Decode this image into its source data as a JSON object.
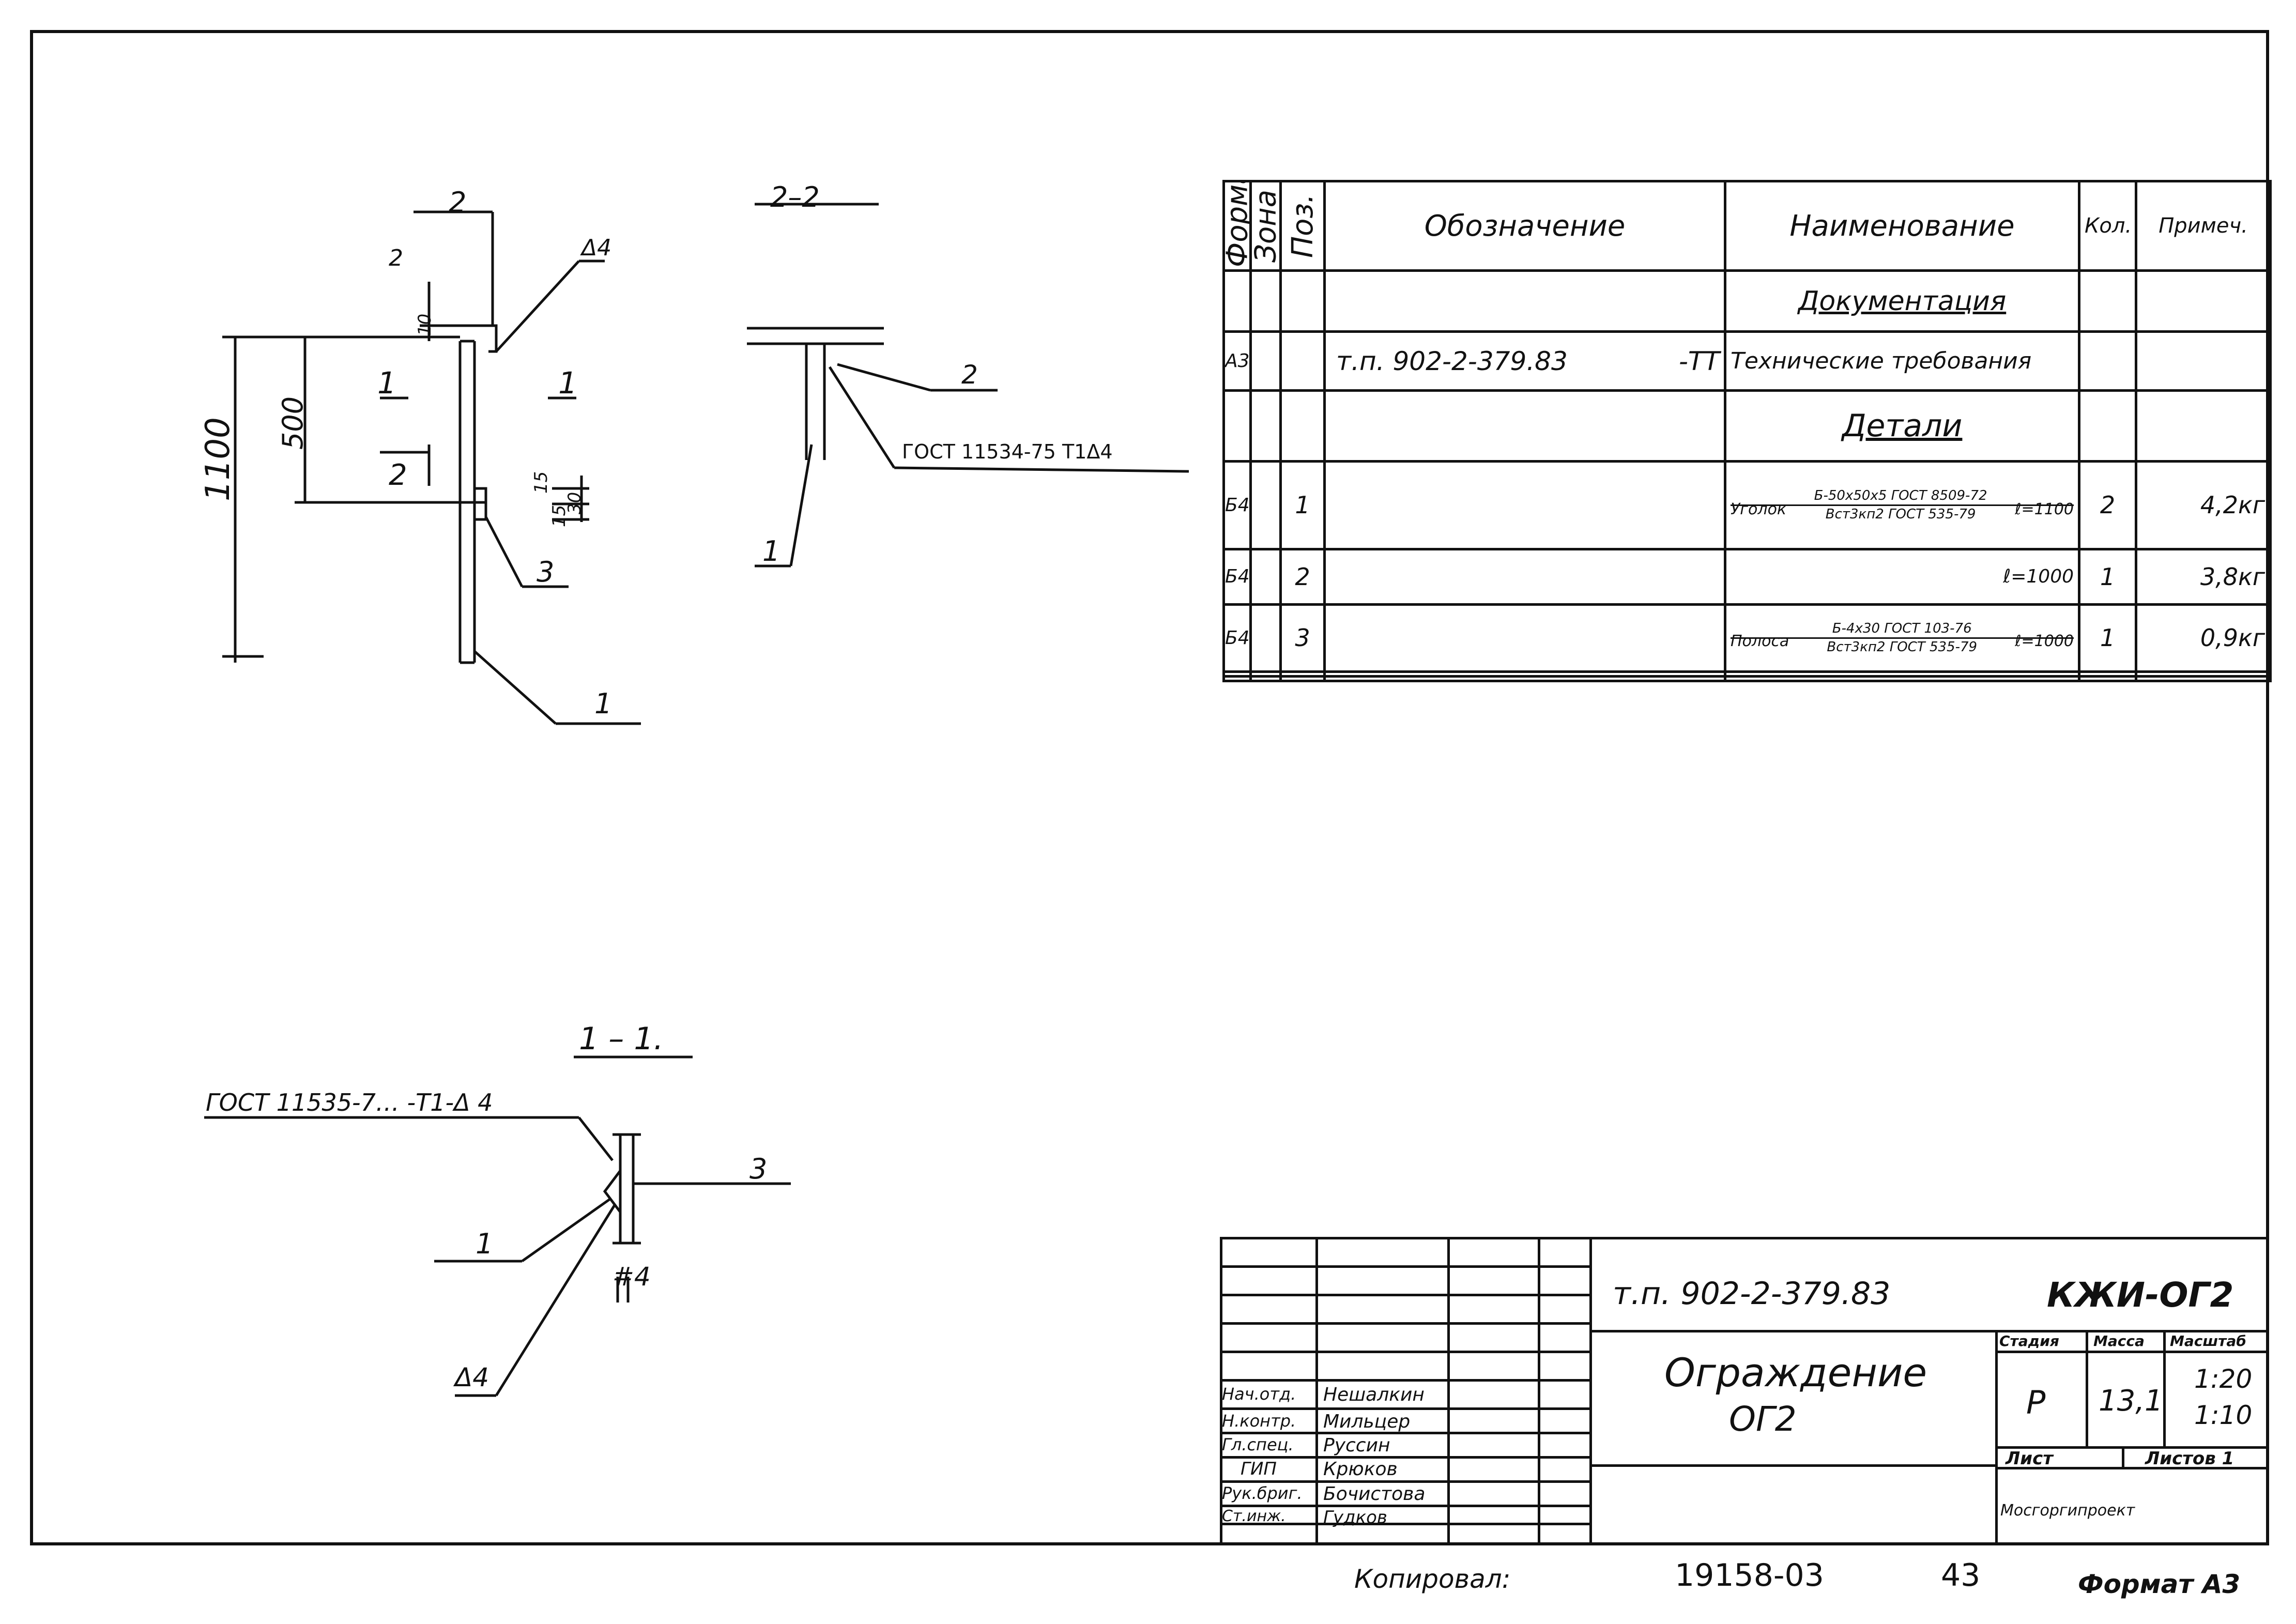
{
  "drawing": {
    "view_main": {
      "dim_1100": "1100",
      "dim_500": "500",
      "dim_10": "10",
      "dim_15a": "15",
      "dim_15b": "15",
      "dim_30": "30",
      "cut_2_top": "2",
      "cut_2_mid": "2",
      "cut_2_bottom": "2",
      "cut_1_left": "1",
      "cut_1_right": "1",
      "weld_delta4": "Δ4",
      "pos_1": "1",
      "pos_3": "3"
    },
    "view_2_2": {
      "title": "2–2",
      "gost_note": "ГОСТ 11534-75 Т1Δ4",
      "pos_2": "2",
      "pos_1": "1"
    },
    "view_1_1": {
      "title": "1 – 1.",
      "gost_note": "ГОСТ 11535-7… -Т1-Δ 4",
      "pos_3": "3",
      "pos_1": "1",
      "weld_delta4": "Δ4",
      "weld_mark": "#4"
    }
  },
  "spec_table": {
    "headers": {
      "format": "Формат",
      "zone": "Зона",
      "pos": "Поз.",
      "designation": "Обозначение",
      "name": "Наименование",
      "qty": "Кол.",
      "note": "Примеч."
    },
    "section_docs": "Документация",
    "doc_row": {
      "format": "А3",
      "designation": "т.п. 902-2-379.83",
      "suffix": "-ТТ",
      "name": "Технические требования"
    },
    "section_parts": "Детали",
    "rows": [
      {
        "format": "Б4",
        "pos": "1",
        "name": "Уголок",
        "name_top": "Б-50х50х5 ГОСТ 8509-72",
        "name_bottom": "Вст3кп2 ГОСТ 535-79",
        "length": "ℓ=1100",
        "qty": "2",
        "note": "4,2кг"
      },
      {
        "format": "Б4",
        "pos": "2",
        "name": "",
        "name_top": "",
        "name_bottom": "",
        "length": "ℓ=1000",
        "qty": "1",
        "note": "3,8кг"
      },
      {
        "format": "Б4",
        "pos": "3",
        "name": "Полоса",
        "name_top": "Б-4х30 ГОСТ 103-76",
        "name_bottom": "Вст3кп2 ГОСТ 535-79",
        "length": "ℓ=1000",
        "qty": "1",
        "note": "0,9кг"
      }
    ]
  },
  "title_block": {
    "project_code": "т.п. 902-2-379.83",
    "drawing_code": "КЖИ-ОГ2",
    "title_line1": "Ограждение",
    "title_line2": "ОГ2",
    "stage_label": "Стадия",
    "mass_label": "Масса",
    "scale_label": "Масштаб",
    "stage": "Р",
    "mass": "13,1",
    "scale1": "1:20",
    "scale2": "1:10",
    "sheet_label": "Лист",
    "sheets_label": "Листов 1",
    "organization": "Мосгоргипроект",
    "staff": [
      {
        "role": "Нач.отд.",
        "name": "Нешалкин"
      },
      {
        "role": "Н.контр.",
        "name": "Мильцер"
      },
      {
        "role": "Гл.спец.",
        "name": "Руссин"
      },
      {
        "role": "ГИП",
        "name": "Крюков"
      },
      {
        "role": "Рук.бриг.",
        "name": "Бочистова"
      },
      {
        "role": "Ст.инж.",
        "name": "Гудков"
      }
    ]
  },
  "footer": {
    "copied": "Копировал:",
    "doc_number": "19158-03",
    "page": "43",
    "format": "Формат А3"
  }
}
